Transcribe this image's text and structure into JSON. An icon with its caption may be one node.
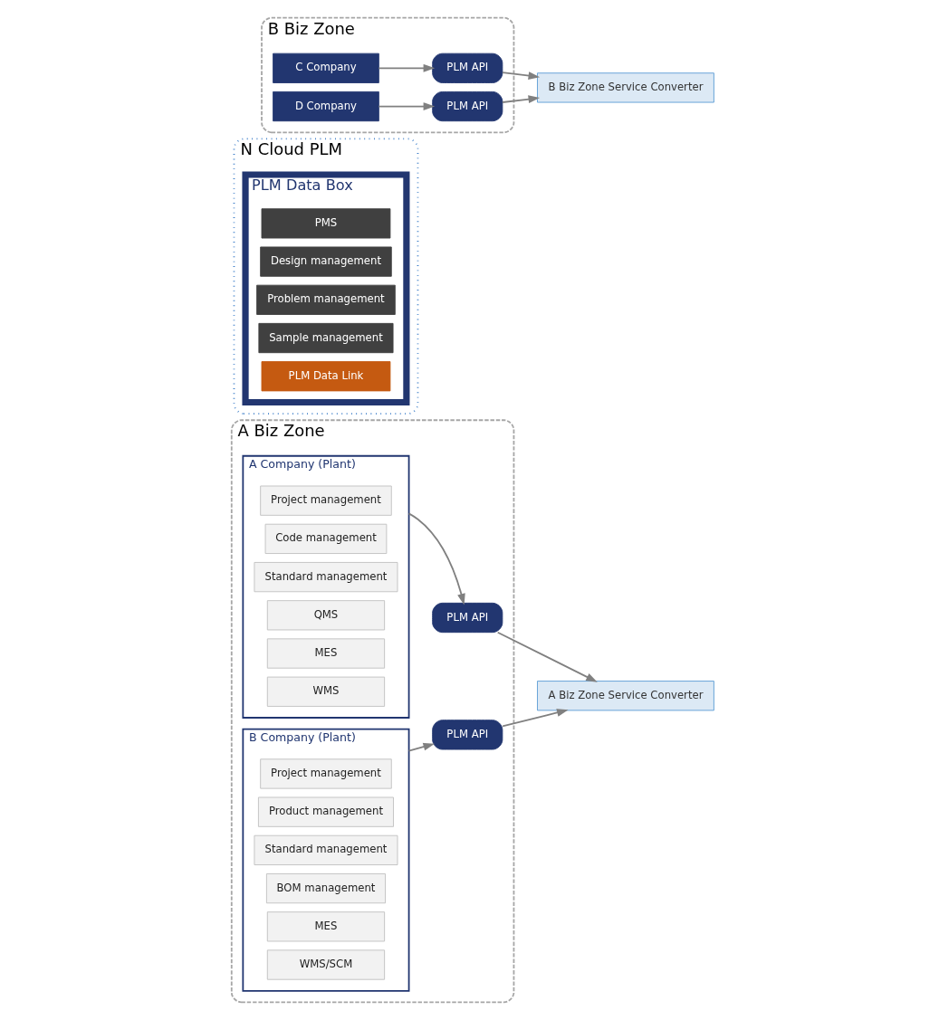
{
  "diagram": {
    "nodes": [
      {
        "text": [
          "A Biz Zone"
        ]
      },
      {
        "text": [
          "A Company (Plant)"
        ],
        "in": 0
      },
      {
        "text": [
          "Project management"
        ],
        "in": 1
      },
      {
        "text": [
          "Code management"
        ],
        "in": 1
      },
      {
        "text": [
          "Standard management"
        ],
        "in": 1
      },
      {
        "text": [
          "QMS"
        ],
        "in": 1
      },
      {
        "text": [
          "MES"
        ],
        "in": 1
      },
      {
        "text": [
          "WMS"
        ],
        "in": 1
      },
      {
        "text": [
          "B Company (Plant)"
        ],
        "in": 0
      },
      {
        "text": [
          "Project management"
        ],
        "in": 8
      },
      {
        "text": [
          "Product management"
        ],
        "in": 8
      },
      {
        "text": [
          "Standard management"
        ],
        "in": 8
      },
      {
        "text": [
          "BOM management"
        ],
        "in": 8
      },
      {
        "text": [
          "MES"
        ],
        "in": 8
      },
      {
        "text": [
          "WMS/SCM"
        ],
        "in": 8
      },
      {
        "text": [
          "PLM API"
        ],
        "in": 0
      },
      {
        "text": [
          "PLM API"
        ],
        "in": 0
      },
      {
        "text": [
          "A Biz Zone Service Converter"
        ]
      },
      {
        "text": [
          "N Cloud PLM"
        ]
      },
      {
        "text": [
          "PLM Data Box"
        ],
        "in": 18
      },
      {
        "text": [
          "PMS"
        ],
        "in": 19
      },
      {
        "text": [
          "Design management"
        ],
        "in": 19
      },
      {
        "text": [
          "Problem management"
        ],
        "in": 19
      },
      {
        "text": [
          "Sample management"
        ],
        "in": 19
      },
      {
        "text": [
          "PLM Data Link"
        ],
        "in": 19
      },
      {
        "text": [
          "B Biz Zone Service Converter"
        ]
      },
      {
        "text": [
          "B Biz Zone"
        ]
      },
      {
        "text": [
          "PLM API"
        ],
        "in": 26
      },
      {
        "text": [
          "PLM API"
        ],
        "in": 26
      },
      {
        "text": [
          "C Company"
        ],
        "in": 26
      },
      {
        "text": [
          "D Company"
        ],
        "in": 26
      }
    ],
    "edges": [
      {
        "from": 1,
        "to": 15,
        "arrow": "to"
      },
      {
        "from": 15,
        "to": 17,
        "arrow": "to"
      },
      {
        "from": 8,
        "to": 16,
        "arrow": "to"
      },
      {
        "from": 16,
        "to": 17,
        "arrow": "to"
      },
      {
        "from": 27,
        "to": 25,
        "arrow": "to"
      },
      {
        "from": 28,
        "to": 25,
        "arrow": "to"
      },
      {
        "from": 29,
        "to": 27,
        "arrow": "to"
      },
      {
        "from": 30,
        "to": 28,
        "arrow": "to"
      }
    ]
  }
}
